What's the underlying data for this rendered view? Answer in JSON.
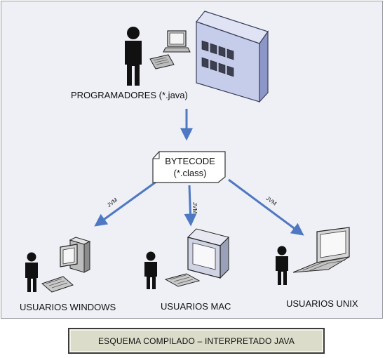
{
  "diagram": {
    "top_node": "PROGRAMADORES (*.java)",
    "center_node": {
      "line1": "BYTECODE",
      "line2": "(*.class)"
    },
    "edge_label": "JVM",
    "targets": [
      "USUARIOS WINDOWS",
      "USUARIOS MAC",
      "USUARIOS UNIX"
    ]
  },
  "caption": "ESQUEMA COMPILADO – INTERPRETADO JAVA",
  "colors": {
    "arrow": "#4f78c2",
    "panel_background": "#eef0f6",
    "caption_background": "#dcdcca",
    "building": "#c6cdea",
    "person": "#111111"
  }
}
